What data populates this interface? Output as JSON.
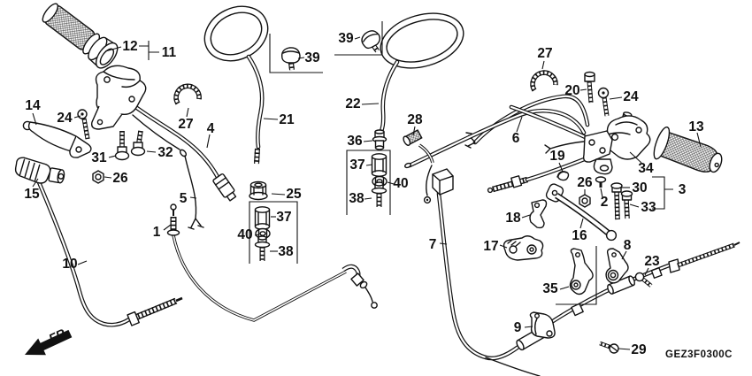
{
  "diagram": {
    "code": "GEZ3F0300C",
    "direction_label": "FR.",
    "callouts": {
      "1": "1",
      "2": "2",
      "3": "3",
      "4": "4",
      "5": "5",
      "6": "6",
      "7": "7",
      "8": "8",
      "9": "9",
      "10": "10",
      "11": "11",
      "12": "12",
      "13": "13",
      "14": "14",
      "15": "15",
      "16": "16",
      "17": "17",
      "18": "18",
      "19": "19",
      "20": "20",
      "21": "21",
      "22": "22",
      "23": "23",
      "24": "24",
      "25": "25",
      "26": "26",
      "27": "27",
      "28": "28",
      "29": "29",
      "30": "30",
      "31": "31",
      "32": "32",
      "33": "33",
      "34": "34",
      "35": "35",
      "36": "36",
      "37": "37",
      "38": "38",
      "39": "39",
      "40": "40"
    }
  }
}
